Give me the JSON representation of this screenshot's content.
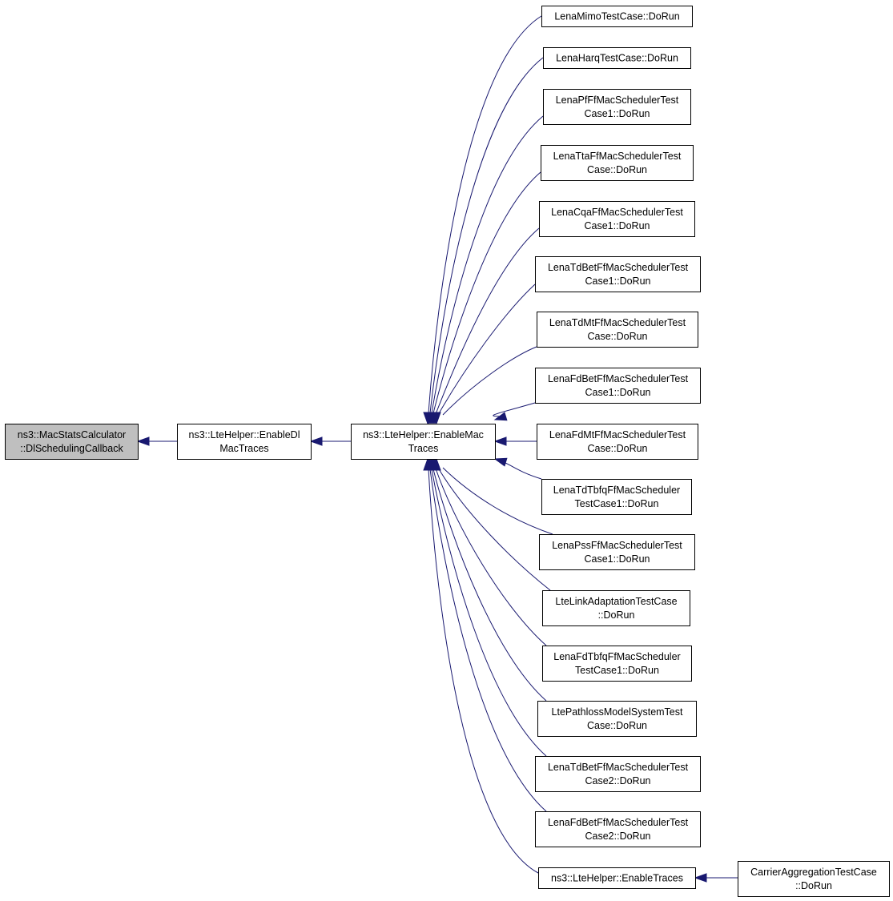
{
  "colors": {
    "edge": "#191970",
    "root_fill": "#bfbfbf",
    "node_fill": "#ffffff",
    "node_stroke": "#000000"
  },
  "nodes": [
    {
      "id": "root",
      "lines": [
        "ns3::MacStatsCalculator",
        "::DlSchedulingCallback"
      ],
      "highlight": true
    },
    {
      "id": "enable-dl-mac-traces",
      "lines": [
        "ns3::LteHelper::EnableDl",
        "MacTraces"
      ]
    },
    {
      "id": "enable-mac-traces",
      "lines": [
        "ns3::LteHelper::EnableMac",
        "Traces"
      ]
    },
    {
      "id": "mimo",
      "lines": [
        "LenaMimoTestCase::DoRun"
      ]
    },
    {
      "id": "harq",
      "lines": [
        "LenaHarqTestCase::DoRun"
      ]
    },
    {
      "id": "pf1",
      "lines": [
        "LenaPfFfMacSchedulerTest",
        "Case1::DoRun"
      ]
    },
    {
      "id": "tta",
      "lines": [
        "LenaTtaFfMacSchedulerTest",
        "Case::DoRun"
      ]
    },
    {
      "id": "cqa1",
      "lines": [
        "LenaCqaFfMacSchedulerTest",
        "Case1::DoRun"
      ]
    },
    {
      "id": "tdbet1",
      "lines": [
        "LenaTdBetFfMacSchedulerTest",
        "Case1::DoRun"
      ]
    },
    {
      "id": "tdmt",
      "lines": [
        "LenaTdMtFfMacSchedulerTest",
        "Case::DoRun"
      ]
    },
    {
      "id": "fdbet1",
      "lines": [
        "LenaFdBetFfMacSchedulerTest",
        "Case1::DoRun"
      ]
    },
    {
      "id": "fdmt",
      "lines": [
        "LenaFdMtFfMacSchedulerTest",
        "Case::DoRun"
      ]
    },
    {
      "id": "tdtbfq1",
      "lines": [
        "LenaTdTbfqFfMacScheduler",
        "TestCase1::DoRun"
      ]
    },
    {
      "id": "pss1",
      "lines": [
        "LenaPssFfMacSchedulerTest",
        "Case1::DoRun"
      ]
    },
    {
      "id": "linkadapt",
      "lines": [
        "LteLinkAdaptationTestCase",
        "::DoRun"
      ]
    },
    {
      "id": "fdtbfq1",
      "lines": [
        "LenaFdTbfqFfMacScheduler",
        "TestCase1::DoRun"
      ]
    },
    {
      "id": "pathloss",
      "lines": [
        "LtePathlossModelSystemTest",
        "Case::DoRun"
      ]
    },
    {
      "id": "tdbet2",
      "lines": [
        "LenaTdBetFfMacSchedulerTest",
        "Case2::DoRun"
      ]
    },
    {
      "id": "fdbet2",
      "lines": [
        "LenaFdBetFfMacSchedulerTest",
        "Case2::DoRun"
      ]
    },
    {
      "id": "enable-traces",
      "lines": [
        "ns3::LteHelper::EnableTraces"
      ]
    },
    {
      "id": "carrier-agg",
      "lines": [
        "CarrierAggregationTestCase",
        "::DoRun"
      ]
    }
  ],
  "edges": [
    {
      "from": "enable-dl-mac-traces",
      "to": "root"
    },
    {
      "from": "enable-mac-traces",
      "to": "enable-dl-mac-traces"
    },
    {
      "from": "mimo",
      "to": "enable-mac-traces"
    },
    {
      "from": "harq",
      "to": "enable-mac-traces"
    },
    {
      "from": "pf1",
      "to": "enable-mac-traces"
    },
    {
      "from": "tta",
      "to": "enable-mac-traces"
    },
    {
      "from": "cqa1",
      "to": "enable-mac-traces"
    },
    {
      "from": "tdbet1",
      "to": "enable-mac-traces"
    },
    {
      "from": "tdmt",
      "to": "enable-mac-traces"
    },
    {
      "from": "fdbet1",
      "to": "enable-mac-traces"
    },
    {
      "from": "fdmt",
      "to": "enable-mac-traces"
    },
    {
      "from": "tdtbfq1",
      "to": "enable-mac-traces"
    },
    {
      "from": "pss1",
      "to": "enable-mac-traces"
    },
    {
      "from": "linkadapt",
      "to": "enable-mac-traces"
    },
    {
      "from": "fdtbfq1",
      "to": "enable-mac-traces"
    },
    {
      "from": "pathloss",
      "to": "enable-mac-traces"
    },
    {
      "from": "tdbet2",
      "to": "enable-mac-traces"
    },
    {
      "from": "fdbet2",
      "to": "enable-mac-traces"
    },
    {
      "from": "enable-traces",
      "to": "enable-mac-traces"
    },
    {
      "from": "carrier-agg",
      "to": "enable-traces"
    }
  ]
}
